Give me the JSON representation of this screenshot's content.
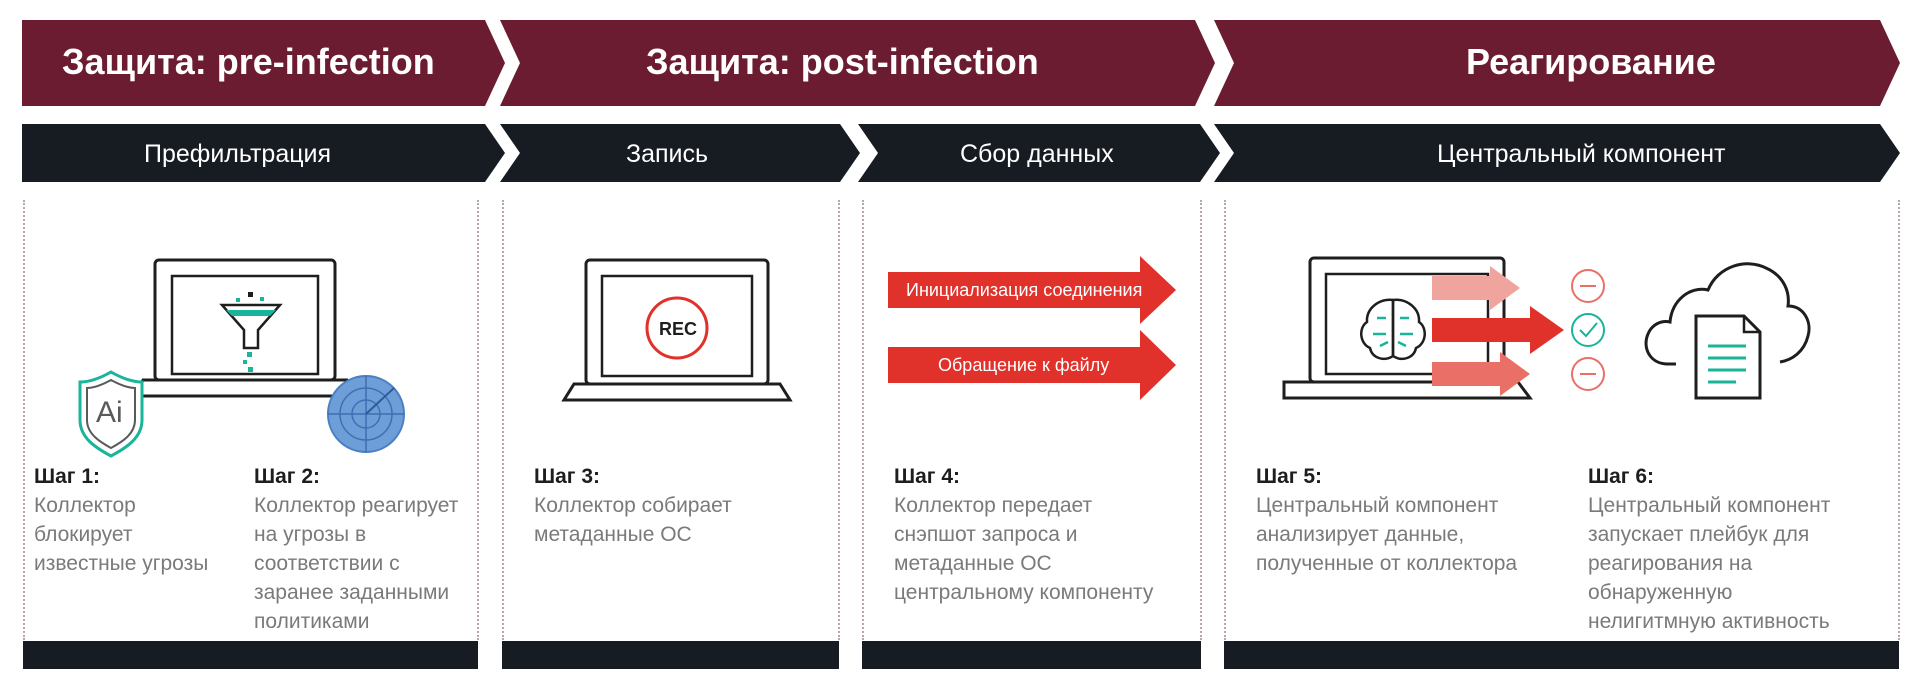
{
  "phases": [
    {
      "label": "Защита: pre-infection"
    },
    {
      "label": "Защита: post-infection"
    },
    {
      "label": "Реагирование"
    }
  ],
  "stages": [
    {
      "label": "Префильтрация"
    },
    {
      "label": "Запись"
    },
    {
      "label": "Сбор данных"
    },
    {
      "label": "Центральный компонент"
    }
  ],
  "steps": [
    {
      "title": "Шаг 1:",
      "text": "Коллектор\nблокирует\nизвестные угрозы"
    },
    {
      "title": "Шаг 2:",
      "text": "Коллектор реагирует\nна угрозы в\nсоответствии с\nзаранее заданными\nполитиками"
    },
    {
      "title": "Шаг 3:",
      "text": "Коллектор собирает\nметаданные ОС"
    },
    {
      "title": "Шаг 4:",
      "text": "Коллектор передает\nснэпшот запроса и\nметаданные ОС\nцентральному компоненту"
    },
    {
      "title": "Шаг 5:",
      "text": "Центральный компонент\nанализирует данные,\nполученные от коллектора"
    },
    {
      "title": "Шаг 6:",
      "text": "Центральный компонент\nзапускает плейбук для\nреагирования на\nобнаруженную\nнелигитмную активность"
    }
  ],
  "icons": {
    "ai_shield_label": "Ai",
    "rec_label": "REC",
    "arrow_init": "Инициализация соединения",
    "arrow_file": "Обращение к файлу"
  },
  "colors": {
    "phase_bar": "#6b1c30",
    "stage_bar": "#171b22",
    "accent_red": "#e0312b",
    "teal": "#19b49a"
  }
}
